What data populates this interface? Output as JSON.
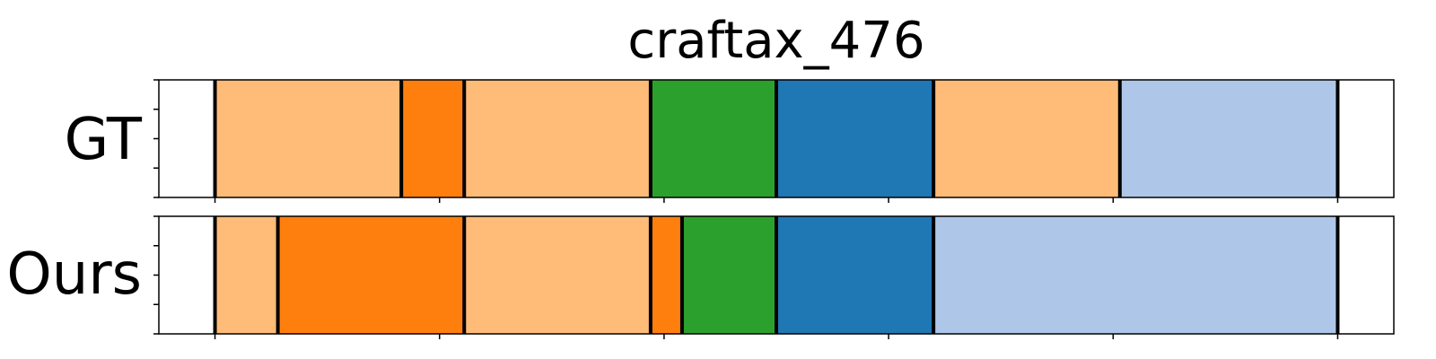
{
  "chart_data": {
    "type": "bar",
    "subtype": "segmentation-timeline",
    "title": "craftax_476",
    "xlabel": "",
    "ylabel": "",
    "xlim": [
      0,
      550
    ],
    "xticks": [
      25,
      125,
      225,
      325,
      425,
      525
    ],
    "grid": false,
    "legend": "none",
    "palette": {
      "light-orange": "#ffbb78",
      "orange": "#ff7f0e",
      "green": "#2ca02c",
      "blue": "#1f77b4",
      "light-blue": "#aec7e8",
      "boundary": "#000000"
    },
    "rows": [
      {
        "label": "GT",
        "segments": [
          {
            "start": 25,
            "end": 108,
            "color": "#ffbb78"
          },
          {
            "start": 108,
            "end": 136,
            "color": "#ff7f0e"
          },
          {
            "start": 136,
            "end": 219,
            "color": "#ffbb78"
          },
          {
            "start": 219,
            "end": 275,
            "color": "#2ca02c"
          },
          {
            "start": 275,
            "end": 345,
            "color": "#1f77b4"
          },
          {
            "start": 345,
            "end": 428,
            "color": "#ffbb78"
          },
          {
            "start": 428,
            "end": 525,
            "color": "#aec7e8"
          }
        ]
      },
      {
        "label": "Ours",
        "segments": [
          {
            "start": 25,
            "end": 53,
            "color": "#ffbb78"
          },
          {
            "start": 53,
            "end": 136,
            "color": "#ff7f0e"
          },
          {
            "start": 136,
            "end": 219,
            "color": "#ffbb78"
          },
          {
            "start": 219,
            "end": 233,
            "color": "#ff7f0e"
          },
          {
            "start": 233,
            "end": 275,
            "color": "#2ca02c"
          },
          {
            "start": 275,
            "end": 345,
            "color": "#1f77b4"
          },
          {
            "start": 345,
            "end": 525,
            "color": "#aec7e8"
          }
        ]
      }
    ]
  }
}
